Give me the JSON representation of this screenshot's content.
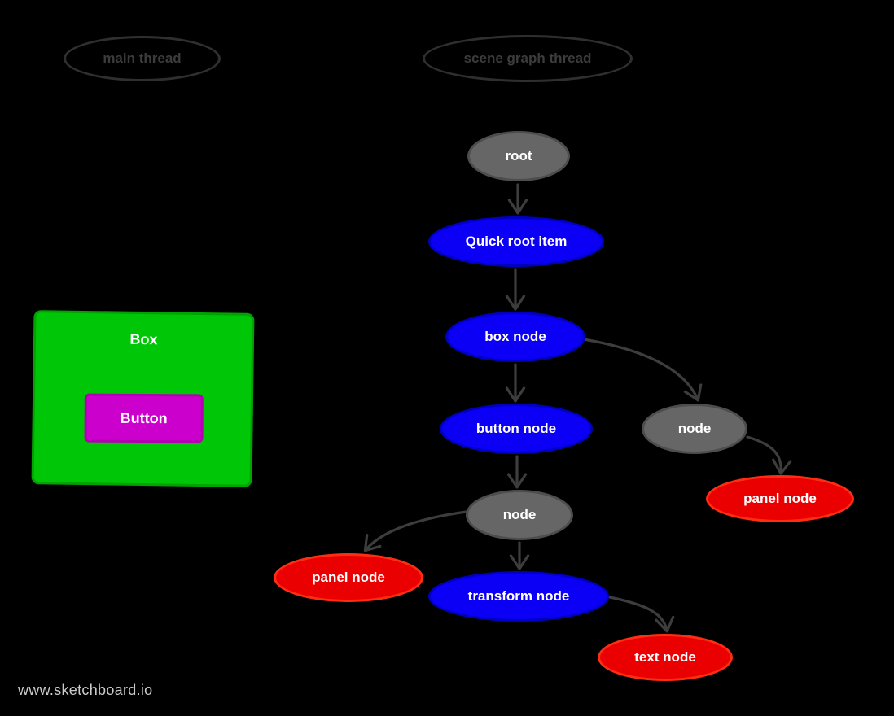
{
  "page": {
    "background": "#000000"
  },
  "watermark": {
    "label": "www.sketchboard.io",
    "color": "#cbcbcb"
  },
  "threads": [
    {
      "label": "main thread"
    },
    {
      "label": "scene graph thread"
    }
  ],
  "ui_mock": {
    "box": {
      "label": "Box",
      "fill": "#00c608",
      "border": "#00a300"
    },
    "button": {
      "label": "Button",
      "fill": "#cc00cc",
      "border": "#b000b0"
    }
  },
  "graph": {
    "edge_color": "#3d3d3d",
    "node_colors": {
      "gray": {
        "fill": "#666666",
        "border": "#4d4d4d"
      },
      "blue": {
        "fill": "#0b00f5",
        "border": "#0000c0"
      },
      "red": {
        "fill": "#ea0000",
        "border": "#ff2d12"
      }
    },
    "nodes": [
      {
        "id": "root",
        "label": "root",
        "kind": "gray"
      },
      {
        "id": "quick-root-item",
        "label": "Quick root item",
        "kind": "blue"
      },
      {
        "id": "box-node",
        "label": "box node",
        "kind": "blue"
      },
      {
        "id": "button-node",
        "label": "button node",
        "kind": "blue"
      },
      {
        "id": "node-right",
        "label": "node",
        "kind": "gray"
      },
      {
        "id": "panel-node-right",
        "label": "panel node",
        "kind": "red"
      },
      {
        "id": "node-mid",
        "label": "node",
        "kind": "gray"
      },
      {
        "id": "panel-node-left",
        "label": "panel node",
        "kind": "red"
      },
      {
        "id": "transform-node",
        "label": "transform node",
        "kind": "blue"
      },
      {
        "id": "text-node",
        "label": "text node",
        "kind": "red"
      }
    ],
    "edges": [
      {
        "from": "root",
        "to": "quick-root-item"
      },
      {
        "from": "quick-root-item",
        "to": "box-node"
      },
      {
        "from": "box-node",
        "to": "button-node"
      },
      {
        "from": "box-node",
        "to": "node-right"
      },
      {
        "from": "node-right",
        "to": "panel-node-right"
      },
      {
        "from": "button-node",
        "to": "node-mid"
      },
      {
        "from": "node-mid",
        "to": "panel-node-left"
      },
      {
        "from": "node-mid",
        "to": "transform-node"
      },
      {
        "from": "transform-node",
        "to": "text-node"
      }
    ]
  }
}
